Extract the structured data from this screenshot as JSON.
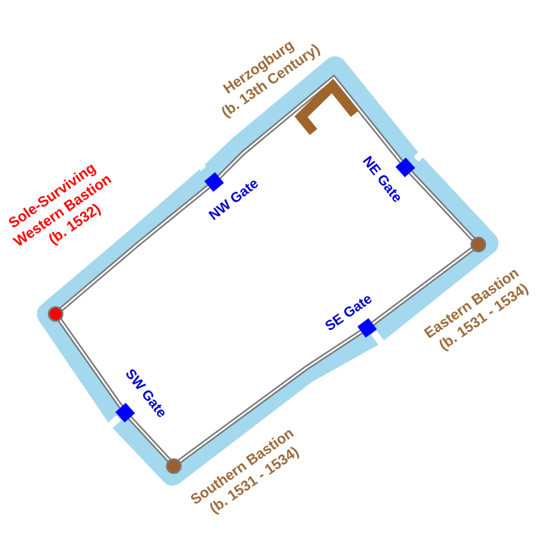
{
  "colors": {
    "moat": "#a4d8ee",
    "wall": "#777777",
    "castle": "#a0652a",
    "gate": "#0000ff",
    "surviving_bastion": "#ff0000",
    "bastion": "#9b5f2e",
    "label_historic": "#9b6a3a",
    "label_gate": "#0000cc",
    "label_surviving": "#ff0000"
  },
  "labels": {
    "herzogburg": [
      "Herzogburg",
      "(b. 13th Century)"
    ],
    "western": [
      "Sole-Surviving",
      "Western Bastion",
      "(b. 1532)"
    ],
    "eastern": [
      "Eastern Bastion",
      "(b. 1531 - 1534)"
    ],
    "southern": [
      "Southern Bastion",
      "(b. 1531 - 1534)"
    ],
    "nw_gate": "NW Gate",
    "ne_gate": "NE Gate",
    "se_gate": "SE Gate",
    "sw_gate": "SW Gate"
  }
}
